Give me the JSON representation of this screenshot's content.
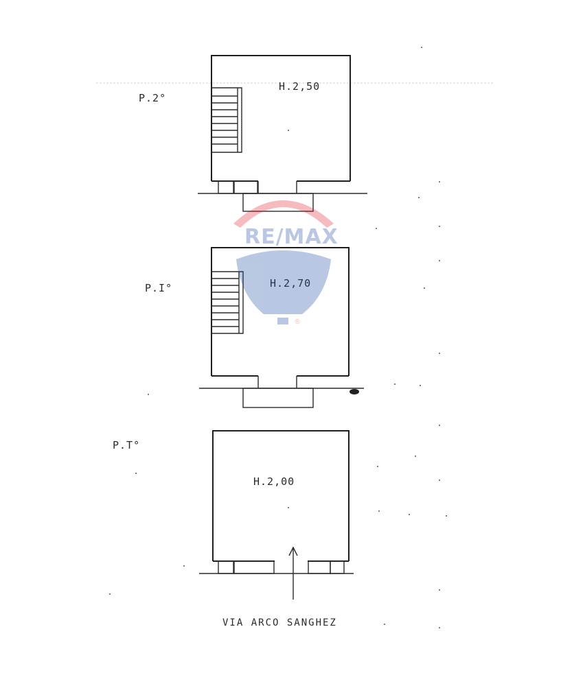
{
  "floors": [
    {
      "level_label": "P.2°",
      "height_label": "H.2,50"
    },
    {
      "level_label": "P.I°",
      "height_label": "H.2,70"
    },
    {
      "level_label": "P.T°",
      "height_label": "H.2,00"
    }
  ],
  "street_label": "VIA ARCO SANGHEZ",
  "watermark": {
    "text": "RE/MAX",
    "registered_mark": "®",
    "colors": {
      "red": "#e0202a",
      "blue": "#1b4aa0"
    }
  }
}
